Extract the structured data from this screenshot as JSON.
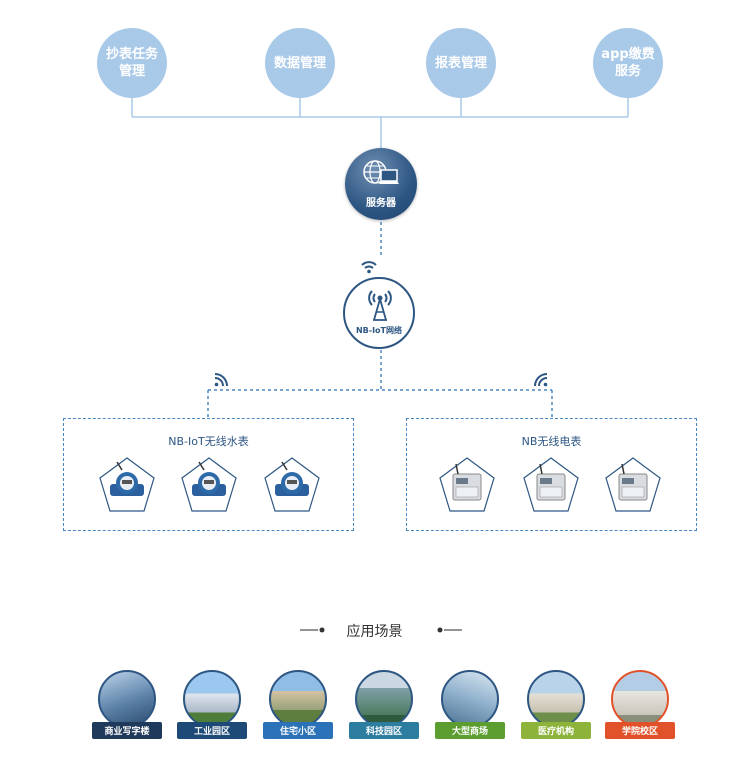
{
  "functions": [
    {
      "label": "抄表任务管理"
    },
    {
      "label": "数据管理"
    },
    {
      "label": "报表管理"
    },
    {
      "label": "app缴费服务"
    }
  ],
  "server": {
    "label": "服务器"
  },
  "network": {
    "label": "NB-IoT网络"
  },
  "groups": [
    {
      "title": "NB-IoT无线水表",
      "device": "water-meter"
    },
    {
      "title": "NB无线电表",
      "device": "electric-meter"
    }
  ],
  "scenes": {
    "title": "应用场景",
    "items": [
      {
        "label": "商业写字楼",
        "color": "#1f3a5a"
      },
      {
        "label": "工业园区",
        "color": "#1e4a78"
      },
      {
        "label": "住宅小区",
        "color": "#2c72b8"
      },
      {
        "label": "科技园区",
        "color": "#2c7da0"
      },
      {
        "label": "大型商场",
        "color": "#5b9e2f"
      },
      {
        "label": "医疗机构",
        "color": "#8db33a"
      },
      {
        "label": "学院校区",
        "color": "#e2522a"
      }
    ]
  },
  "colors": {
    "accent": "#2d5683",
    "light_circle": "#a9c9e8",
    "dashed": "#4b87c2"
  }
}
